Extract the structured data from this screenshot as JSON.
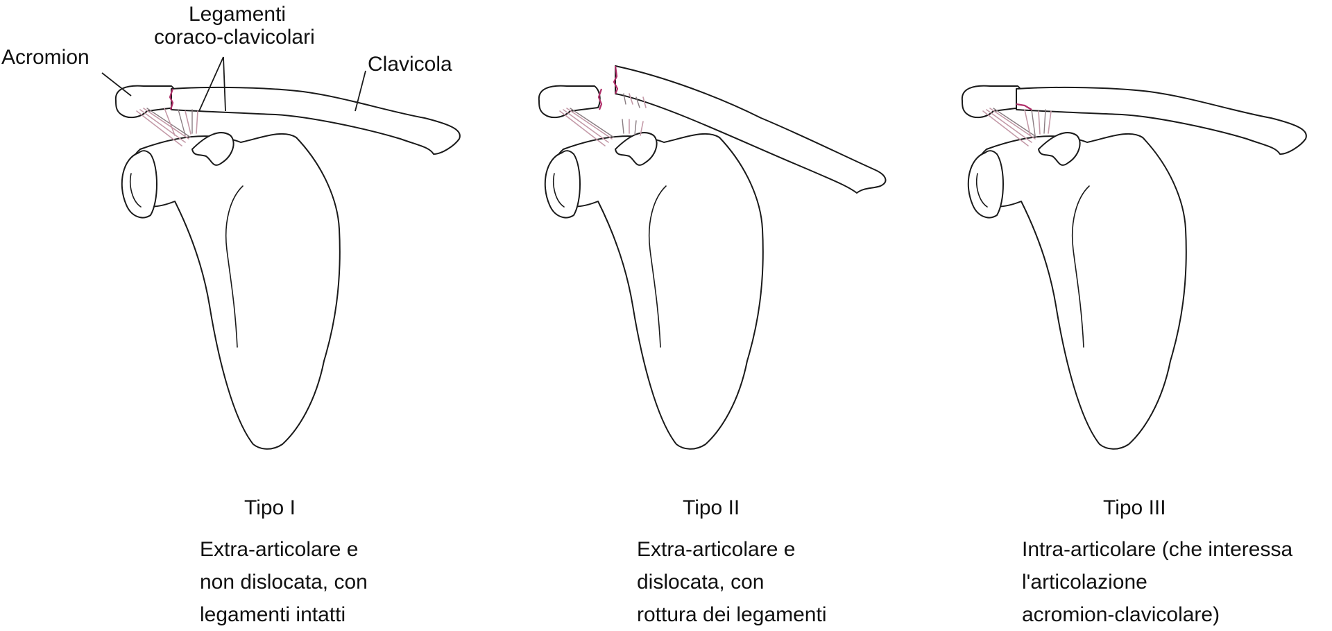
{
  "labels": {
    "acromion": "Acromion",
    "ligaments_line1": "Legamenti",
    "ligaments_line2": "coraco-clavicolari",
    "clavicle": "Clavicola"
  },
  "panels": [
    {
      "title": "Tipo I",
      "description": "Extra-articolare e\nnon dislocata, con\nlegamenti intatti"
    },
    {
      "title": "Tipo II",
      "description": "Extra-articolare e\ndislocata, con\nrottura dei legamenti"
    },
    {
      "title": "Tipo III",
      "description": "Intra-articolare (che interessa\nl'articolazione\nacromion-clavicolare)"
    }
  ],
  "colors": {
    "outline": "#1a1a1a",
    "ligament": "#c49aa8",
    "fracture": "#b0306a"
  }
}
